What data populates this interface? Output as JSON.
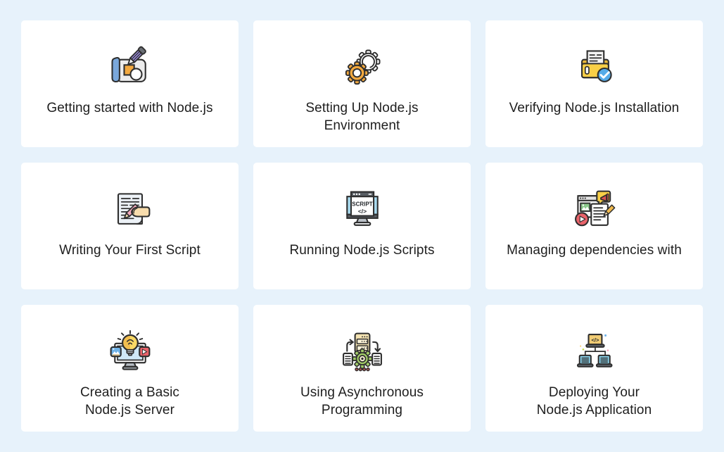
{
  "page": {
    "background_color": "#e7f2fb",
    "card_background": "#ffffff",
    "text_color": "#1e1e1e"
  },
  "icon_texts": {
    "script": "SCRIPT",
    "code": "</>"
  },
  "colors": {
    "accent_orange": "#f3a93f",
    "accent_yellow": "#f8cf47",
    "accent_blue": "#55abe8",
    "accent_light_blue": "#a9dbf0",
    "accent_red": "#e8636a",
    "accent_green": "#8cc98c",
    "accent_purple": "#9c8ce0",
    "accent_pink": "#f3a9bc",
    "outline": "#2e2e2e"
  },
  "cards": [
    {
      "icon": "document-pencil-icon",
      "title": "Getting started with Node.js",
      "lines": [
        "Getting started with Node.js"
      ]
    },
    {
      "icon": "gears-icon",
      "title": "Setting Up Node.js Environment",
      "lines": [
        "Setting Up Node.js",
        "Environment"
      ]
    },
    {
      "icon": "folder-check-icon",
      "title": "Verifying Node.js Installation",
      "lines": [
        "Verifying Node.js Installation"
      ]
    },
    {
      "icon": "writing-hand-icon",
      "title": "Writing Your First Script",
      "lines": [
        "Writing Your First Script"
      ]
    },
    {
      "icon": "script-monitor-icon",
      "title": "Running Node.js Scripts",
      "lines": [
        "Running Node.js Scripts"
      ]
    },
    {
      "icon": "media-document-icon",
      "title": "Managing dependencies with",
      "lines": [
        "Managing dependencies with"
      ]
    },
    {
      "icon": "lightbulb-monitor-icon",
      "title": "Creating a Basic Node.js Server",
      "lines": [
        "Creating a Basic",
        "Node.js Server"
      ]
    },
    {
      "icon": "server-gear-icon",
      "title": "Using Asynchronous Programming",
      "lines": [
        "Using Asynchronous",
        "Programming"
      ]
    },
    {
      "icon": "deploy-network-icon",
      "title": "Deploying Your Node.js Application",
      "lines": [
        "Deploying Your",
        "Node.js Application"
      ]
    }
  ]
}
